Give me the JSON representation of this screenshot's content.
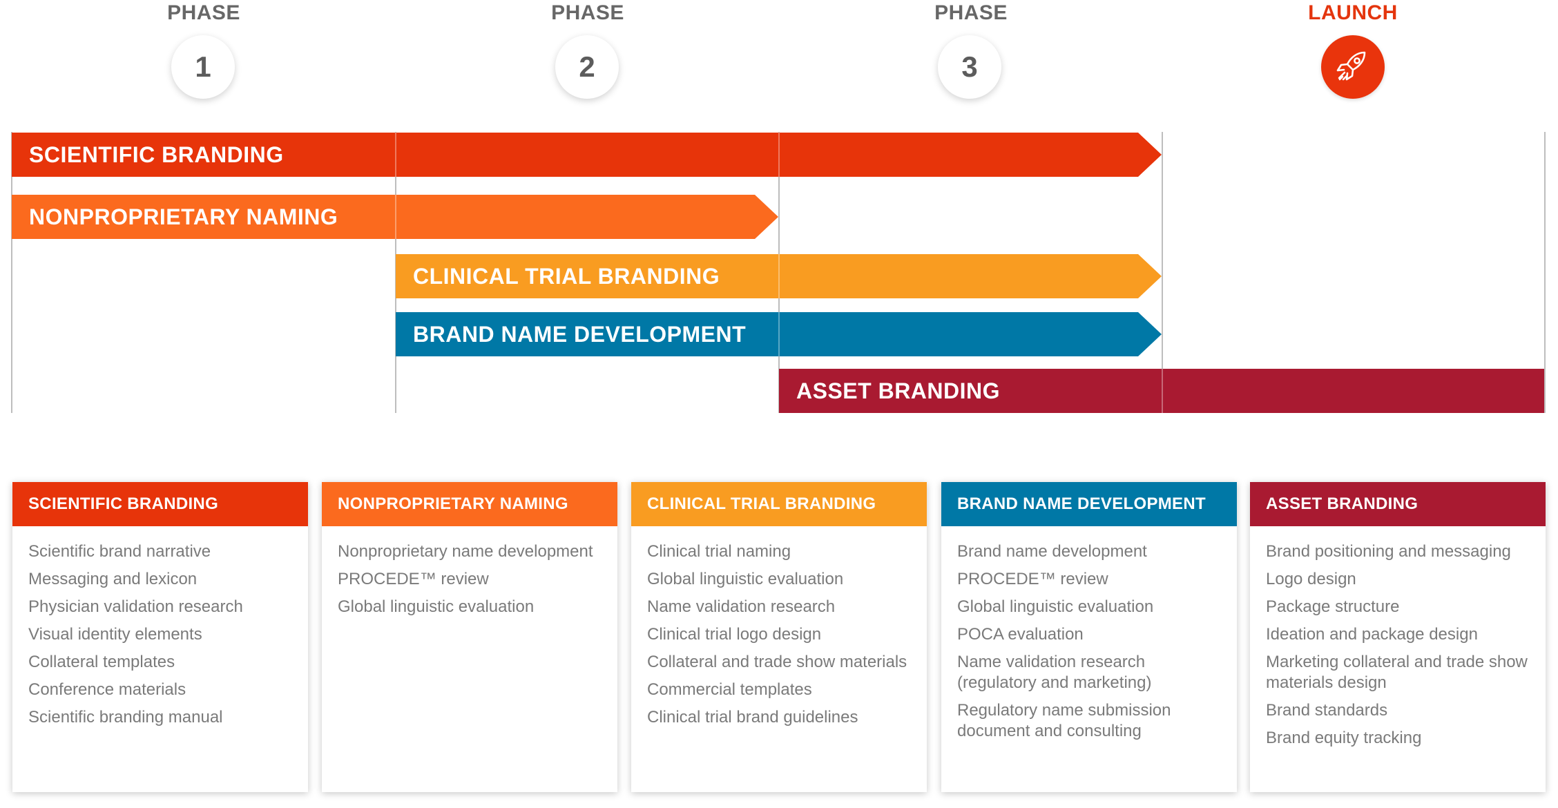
{
  "phases": [
    {
      "label": "PHASE",
      "number": "1"
    },
    {
      "label": "PHASE",
      "number": "2"
    },
    {
      "label": "PHASE",
      "number": "3"
    }
  ],
  "launch": {
    "label": "LAUNCH",
    "icon": "rocket-icon"
  },
  "colors": {
    "scientific": "#e7340a",
    "nonproprietary": "#fb6a1e",
    "clinical": "#f99c21",
    "brand_name": "#0078a6",
    "asset": "#a91a31",
    "launch": "#e4350d",
    "grid_line": "#bdbdbd"
  },
  "timeline": {
    "bars": [
      {
        "label": "SCIENTIFIC BRANDING",
        "start": "Phase 1",
        "end": "Phase 3"
      },
      {
        "label": "NONPROPRIETARY NAMING",
        "start": "Phase 1",
        "end": "Phase 2"
      },
      {
        "label": "CLINICAL TRIAL BRANDING",
        "start": "Phase 2",
        "end": "Phase 3"
      },
      {
        "label": "BRAND NAME DEVELOPMENT",
        "start": "Phase 2",
        "end": "Phase 3"
      },
      {
        "label": "ASSET BRANDING",
        "start": "Phase 3",
        "end": "Launch"
      }
    ]
  },
  "cards": [
    {
      "title": "SCIENTIFIC BRANDING",
      "items": [
        "Scientific brand narrative",
        "Messaging and lexicon",
        "Physician validation research",
        "Visual identity elements",
        "Collateral templates",
        "Conference materials",
        "Scientific branding manual"
      ]
    },
    {
      "title": "NONPROPRIETARY NAMING",
      "items": [
        "Nonproprietary name development",
        "PROCEDE™ review",
        "Global linguistic evaluation"
      ]
    },
    {
      "title": "CLINICAL TRIAL BRANDING",
      "items": [
        "Clinical trial naming",
        "Global linguistic evaluation",
        "Name validation research",
        "Clinical trial logo design",
        "Collateral and trade show materials",
        "Commercial templates",
        "Clinical trial brand guidelines"
      ]
    },
    {
      "title": "BRAND NAME DEVELOPMENT",
      "items": [
        "Brand name development",
        "PROCEDE™ review",
        "Global linguistic evaluation",
        "POCA evaluation",
        "Name validation research (regulatory and marketing)",
        "Regulatory name submission document and consulting"
      ]
    },
    {
      "title": "ASSET BRANDING",
      "items": [
        "Brand positioning and messaging",
        "Logo design",
        "Package structure",
        "Ideation and package design",
        "Marketing collateral and trade show materials design",
        "Brand standards",
        "Brand equity tracking"
      ]
    }
  ]
}
